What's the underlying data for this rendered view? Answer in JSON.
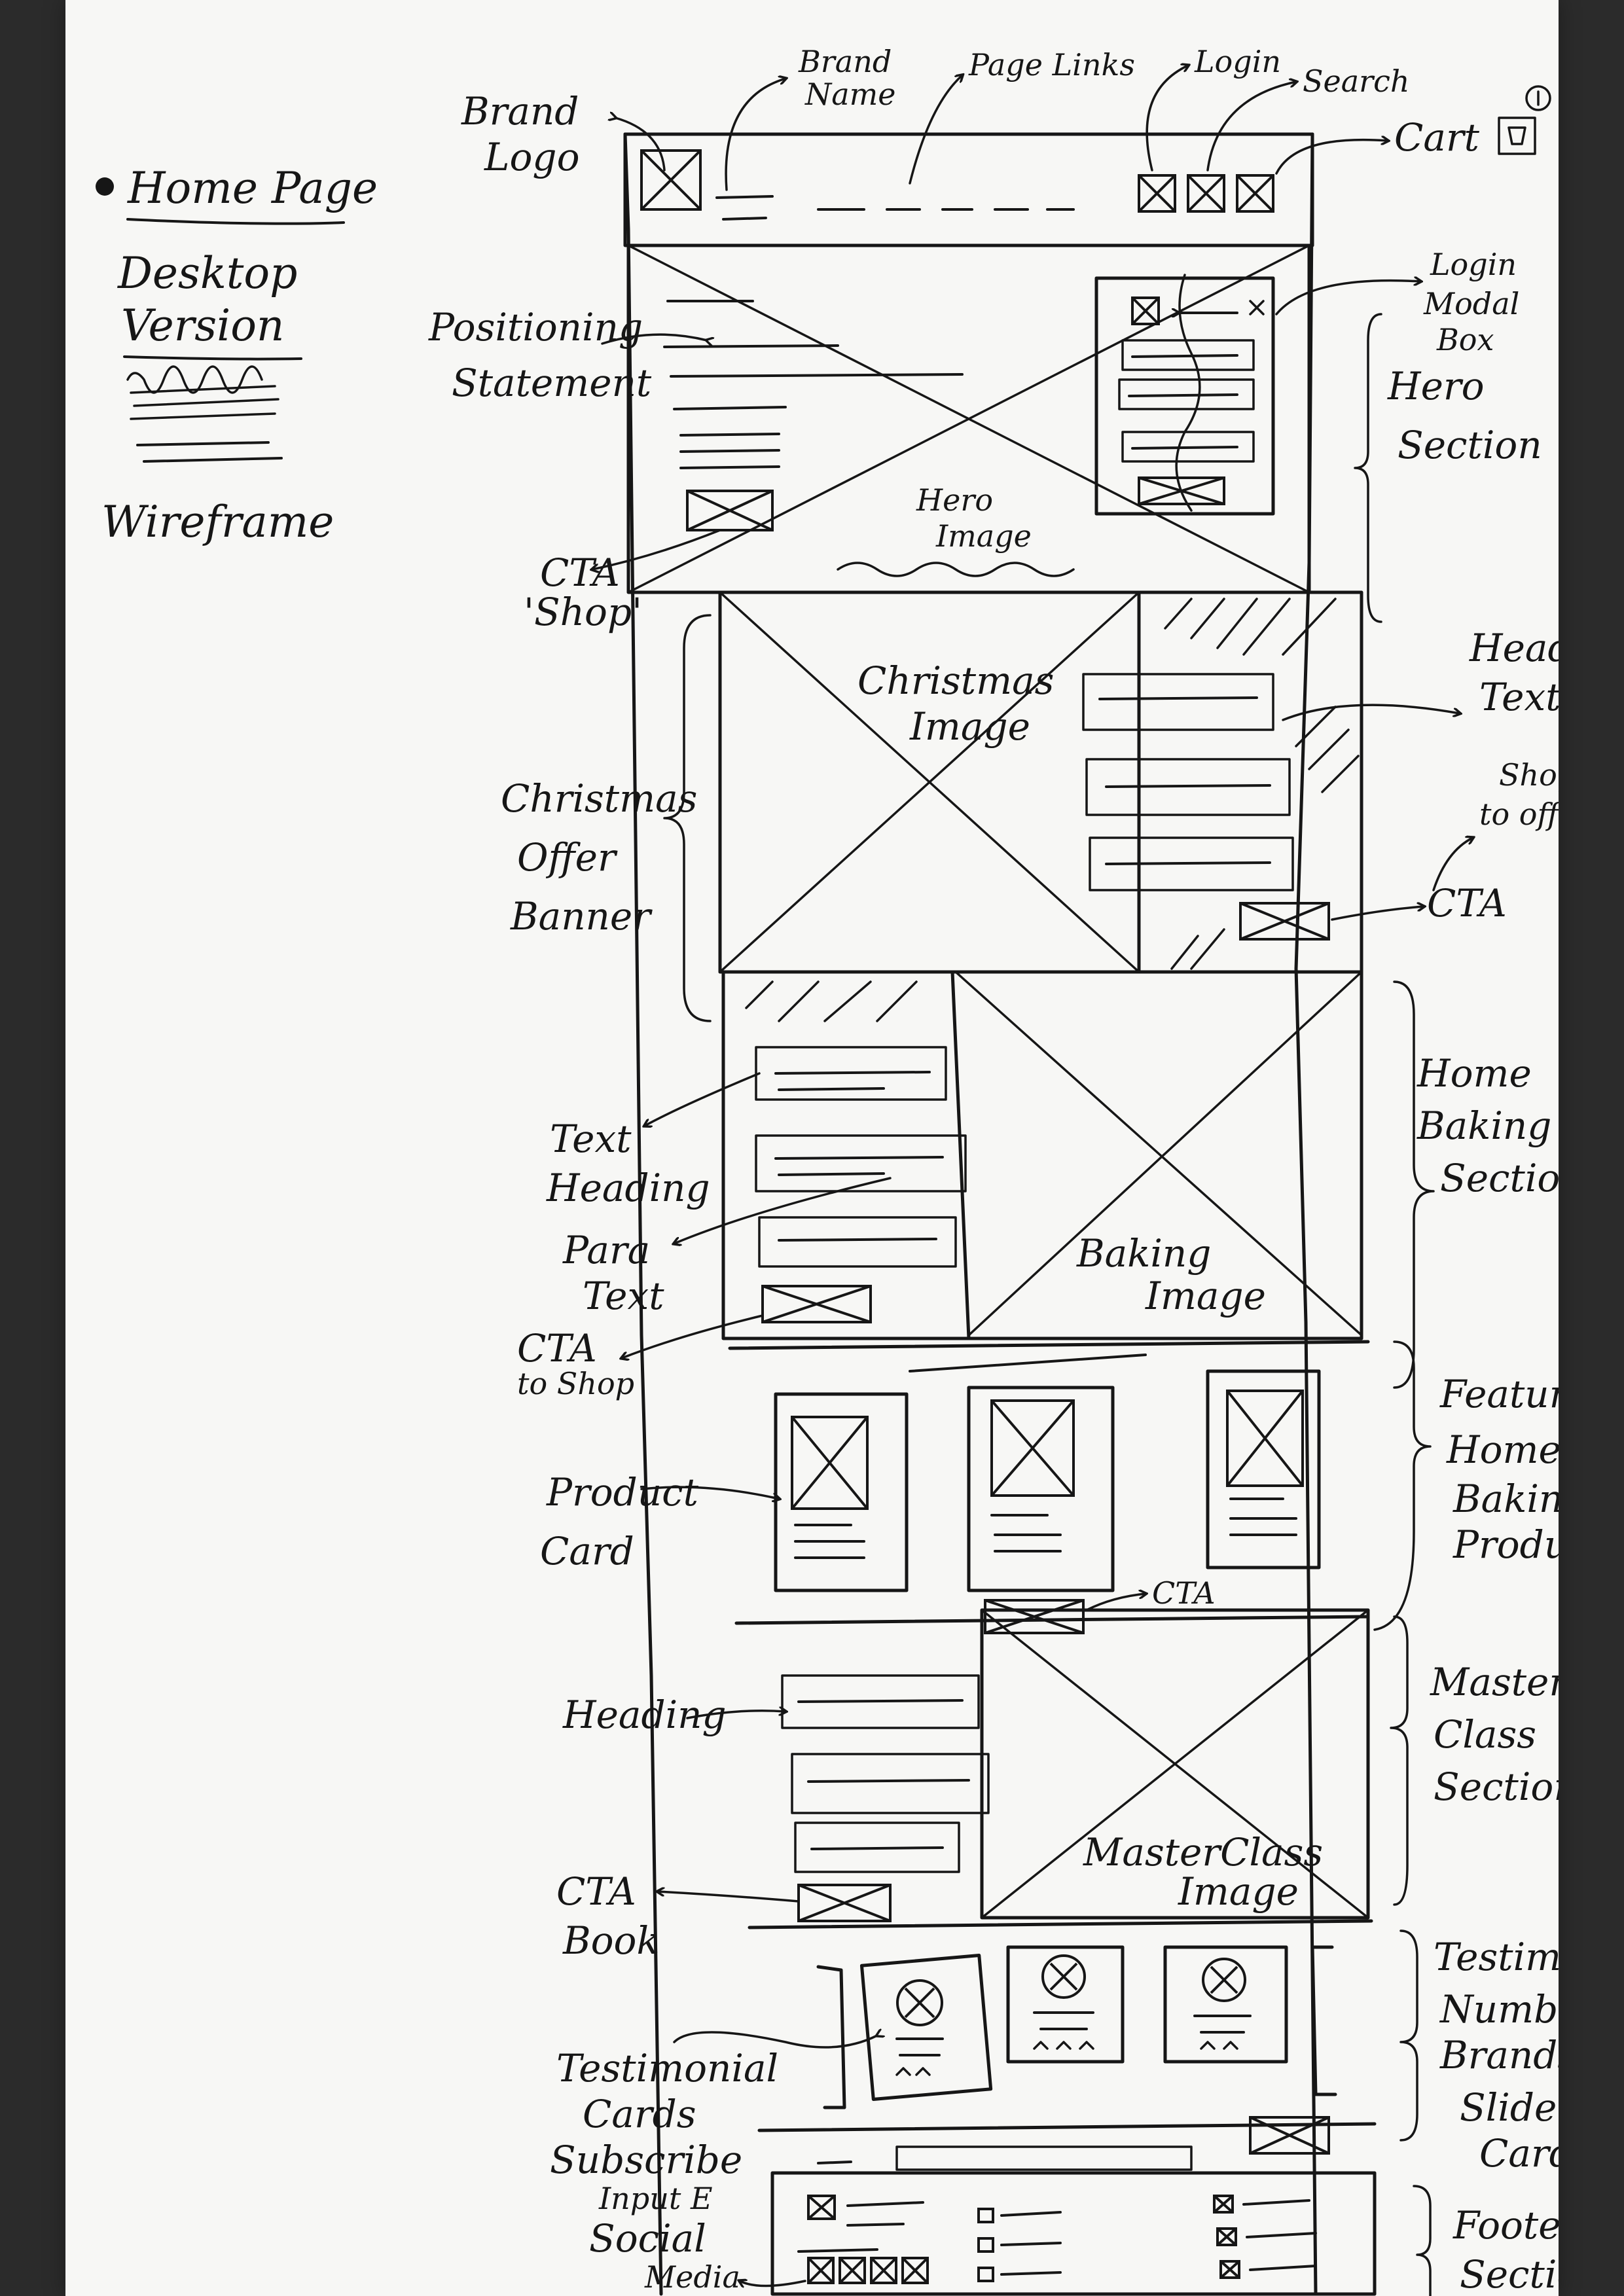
{
  "title": {
    "line1": "Home Page",
    "line2": "Desktop",
    "line3": "Version",
    "line4": "Wireframe"
  },
  "top_labels": {
    "brand_logo_1": "Brand",
    "brand_logo_2": "Logo",
    "brand_name_1": "Brand",
    "brand_name_2": "Name",
    "page_links": "Page Links",
    "login": "Login",
    "search": "Search",
    "cart": "Cart"
  },
  "hero": {
    "positioning_1": "Positioning",
    "positioning_2": "Statement",
    "cta_1": "CTA",
    "cta_2": "'Shop'",
    "hero_image_1": "Hero",
    "hero_image_2": "Image",
    "login_modal_1": "Login",
    "login_modal_2": "Modal",
    "login_modal_3": "Box",
    "section_1": "Hero",
    "section_2": "Section"
  },
  "christmas": {
    "section_1": "Christmas",
    "section_2": "Offer",
    "section_3": "Banner",
    "image_1": "Christmas",
    "image_2": "Image",
    "heading_1": "Heading",
    "heading_2": "Text",
    "shop_1": "Shop",
    "shop_2": "to offer",
    "cta": "CTA"
  },
  "baking": {
    "text_heading_1": "Text",
    "text_heading_2": "Heading",
    "para_1": "Para",
    "para_2": "Text",
    "cta_1": "CTA",
    "cta_2": "to Shop",
    "image_1": "Baking",
    "image_2": "Image",
    "section_1": "Home",
    "section_2": "Baking",
    "section_3": "Section"
  },
  "featured": {
    "product_card_1": "Product",
    "product_card_2": "Card",
    "cta": "CTA",
    "section_1": "Featured",
    "section_2": "Home",
    "section_3": "Baking",
    "section_4": "Products"
  },
  "masterclass": {
    "heading": "Heading",
    "cta_1": "CTA",
    "cta_2": "Book",
    "image_1": "MasterClass",
    "image_2": "Image",
    "section_1": "Master",
    "section_2": "Class",
    "section_3": "Section"
  },
  "testimonial": {
    "cards_1": "Testimonial",
    "cards_2": "Cards",
    "section_1": "Testimonial,",
    "section_2": "Numbers,",
    "section_3": "Brands",
    "section_4": "Slider",
    "section_5": "Cards"
  },
  "footer": {
    "subscribe_1": "Subscribe",
    "subscribe_2": "Input E",
    "social_1": "Social",
    "social_2": "Media",
    "section_1": "Footer",
    "section_2": "Section"
  }
}
